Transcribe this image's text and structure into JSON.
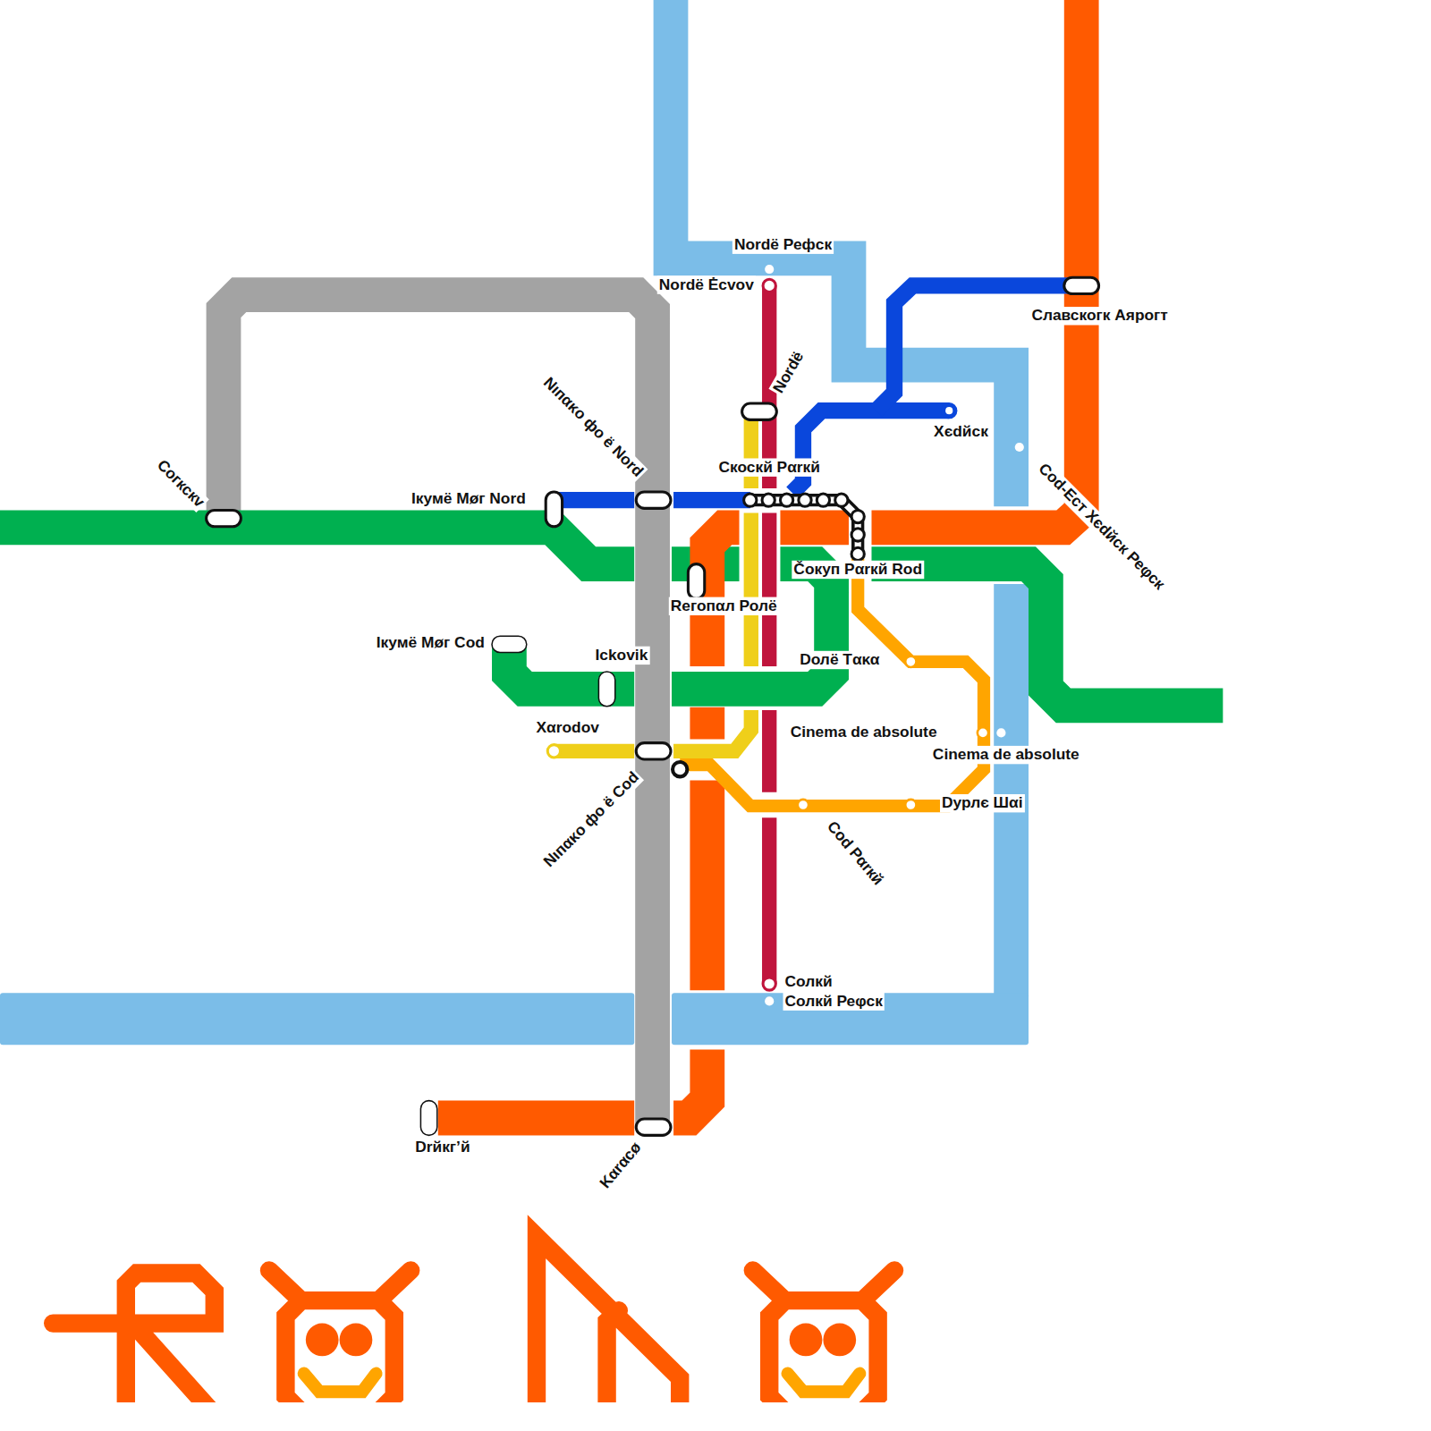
{
  "diagram": {
    "labels": [
      "Nordë Рефск",
      "Nordë Ėсvov",
      "Nordë",
      "Nıпακо фо ё Nord",
      "Скоскй Рαrкй",
      "Хєdйск",
      "Славскогк Аярогт",
      "Cod-Ест Хєdйск Реφск",
      "Ікумё Møг Nord",
      "Согкскv",
      "Čокуп Рαrкй Rod",
      "Reгопαл Ролё",
      "Ікумё Møг Cod",
      "Ісkovik",
      "Dолё Тακα",
      "Xαrodov",
      "Cinema de absolute",
      "Cinema de absolute",
      "Dурлє Шαі",
      "Nıпακо фо ё Cod",
      "Cod Pαrкй",
      "Солкй",
      "Солкй Реφск",
      "Drйкг’й",
      "Kαrαсø"
    ]
  }
}
